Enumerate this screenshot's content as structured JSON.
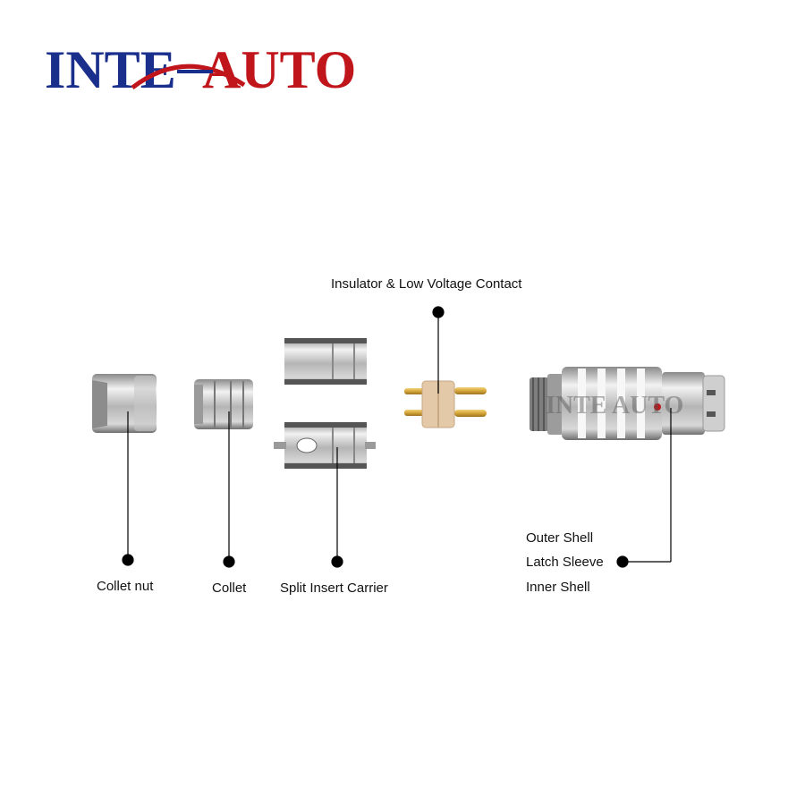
{
  "logo": {
    "text": "INTE AUTO",
    "part1": "INTE",
    "part2": "AUTO",
    "color_main": "#1a2e8c",
    "color_accent": "#c0151b"
  },
  "watermark": "INTE AUTO",
  "labels": {
    "insulator": "Insulator & Low Voltage Contact",
    "collet_nut": "Collet nut",
    "collet": "Collet",
    "split_insert": "Split Insert Carrier",
    "outer_shell": "Outer Shell",
    "latch_sleeve": "Latch Sleeve",
    "inner_shell": "Inner Shell"
  },
  "colors": {
    "metal_light": "#e6e6e6",
    "metal_mid": "#b8b8b8",
    "metal_dark": "#6e6e6e",
    "insulator": "#e3c9a8",
    "gold": "#d4a437",
    "marker": "#000000",
    "red_dot": "#c0151b"
  }
}
